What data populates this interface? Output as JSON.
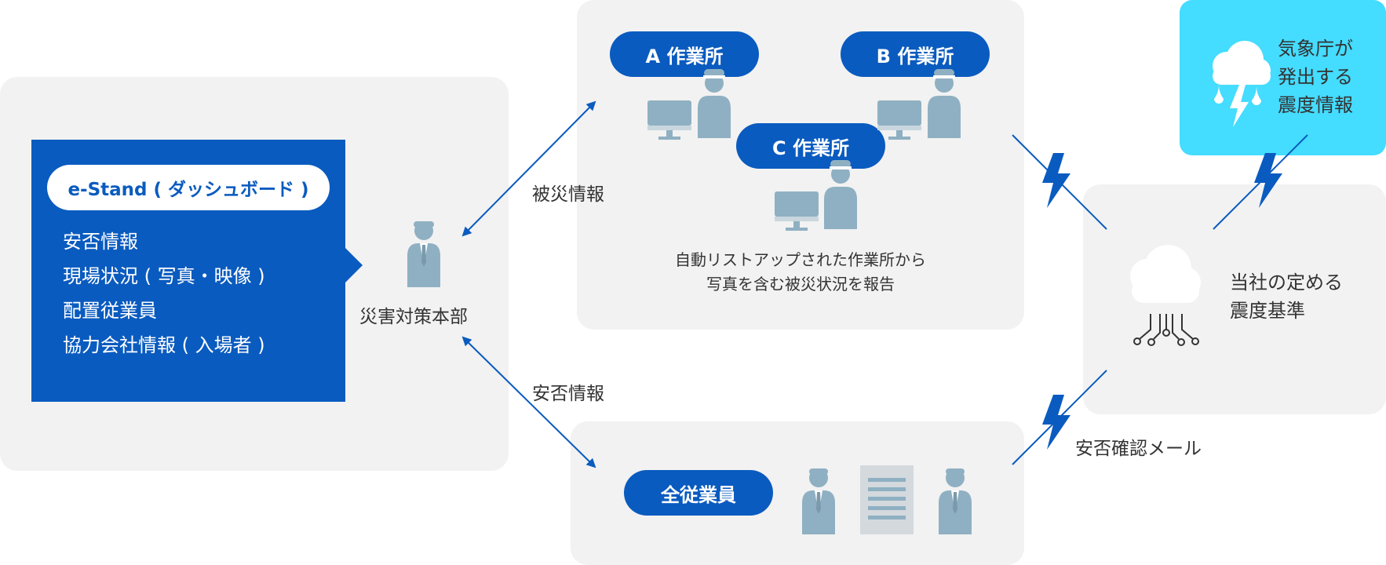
{
  "dashboard": {
    "title": "e-Stand ( ダッシュボード )",
    "items": [
      "安否情報",
      "現場状況 ( 写真・映像 )",
      "配置従業員",
      "協力会社情報 ( 入場者 )"
    ]
  },
  "hq": {
    "label": "災害対策本部"
  },
  "flows": {
    "damage_info": "被災情報",
    "safety_info": "安否情報",
    "safety_mail": "安否確認メール"
  },
  "worksites": {
    "a": "A 作業所",
    "b": "B 作業所",
    "c": "C 作業所",
    "caption_line1": "自動リストアップされた作業所から",
    "caption_line2": "写真を含む被災状況を報告"
  },
  "employees": {
    "label": "全従業員"
  },
  "weather": {
    "line1": "気象庁が",
    "line2": "発出する",
    "line3": "震度情報"
  },
  "criteria": {
    "line1": "当社の定める",
    "line2": "震度基準"
  },
  "colors": {
    "primary": "#0a5bbf",
    "panel": "#f2f2f2",
    "figure": "#8fb0c2",
    "weather": "#44dcff"
  }
}
